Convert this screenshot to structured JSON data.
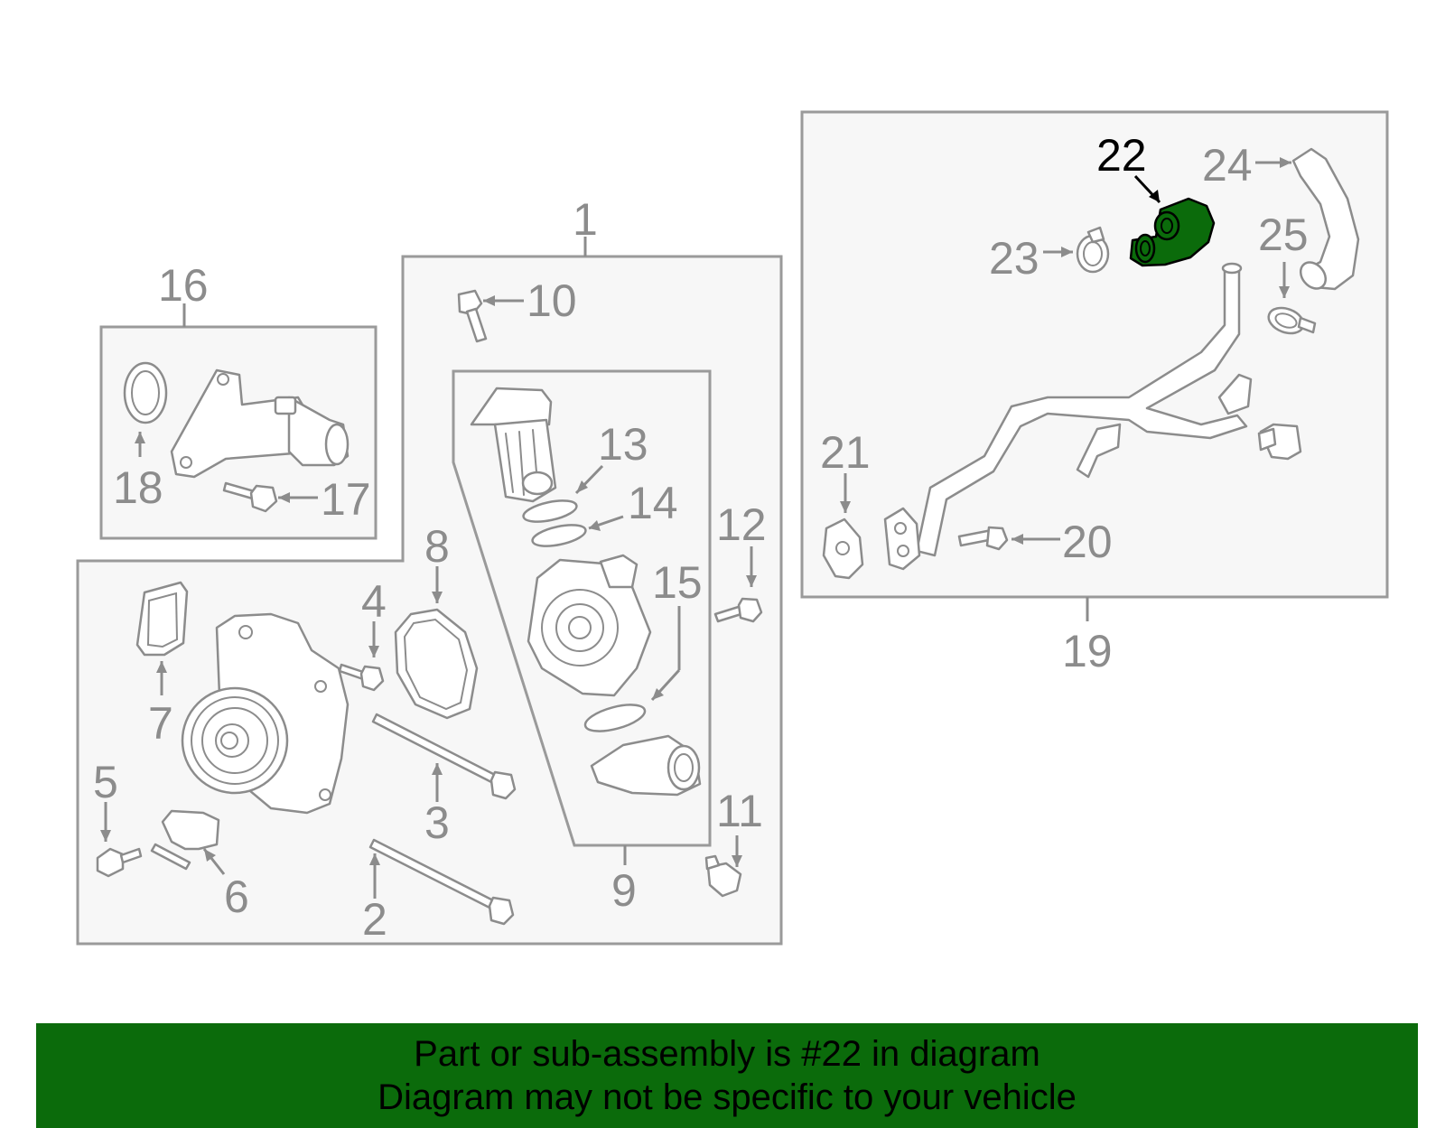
{
  "diagram": {
    "callouts": [
      "1",
      "2",
      "3",
      "4",
      "5",
      "6",
      "7",
      "8",
      "9",
      "10",
      "11",
      "12",
      "13",
      "14",
      "15",
      "16",
      "17",
      "18",
      "19",
      "20",
      "21",
      "22",
      "23",
      "24",
      "25"
    ],
    "highlighted_part": "22",
    "highlight_color": "#0b6b0b",
    "line_color": "#8c8c8c"
  },
  "banner": {
    "line1": "Part or sub-assembly is #22 in diagram",
    "line2": "Diagram may not be specific to your vehicle",
    "background": "#0b6b0b"
  }
}
